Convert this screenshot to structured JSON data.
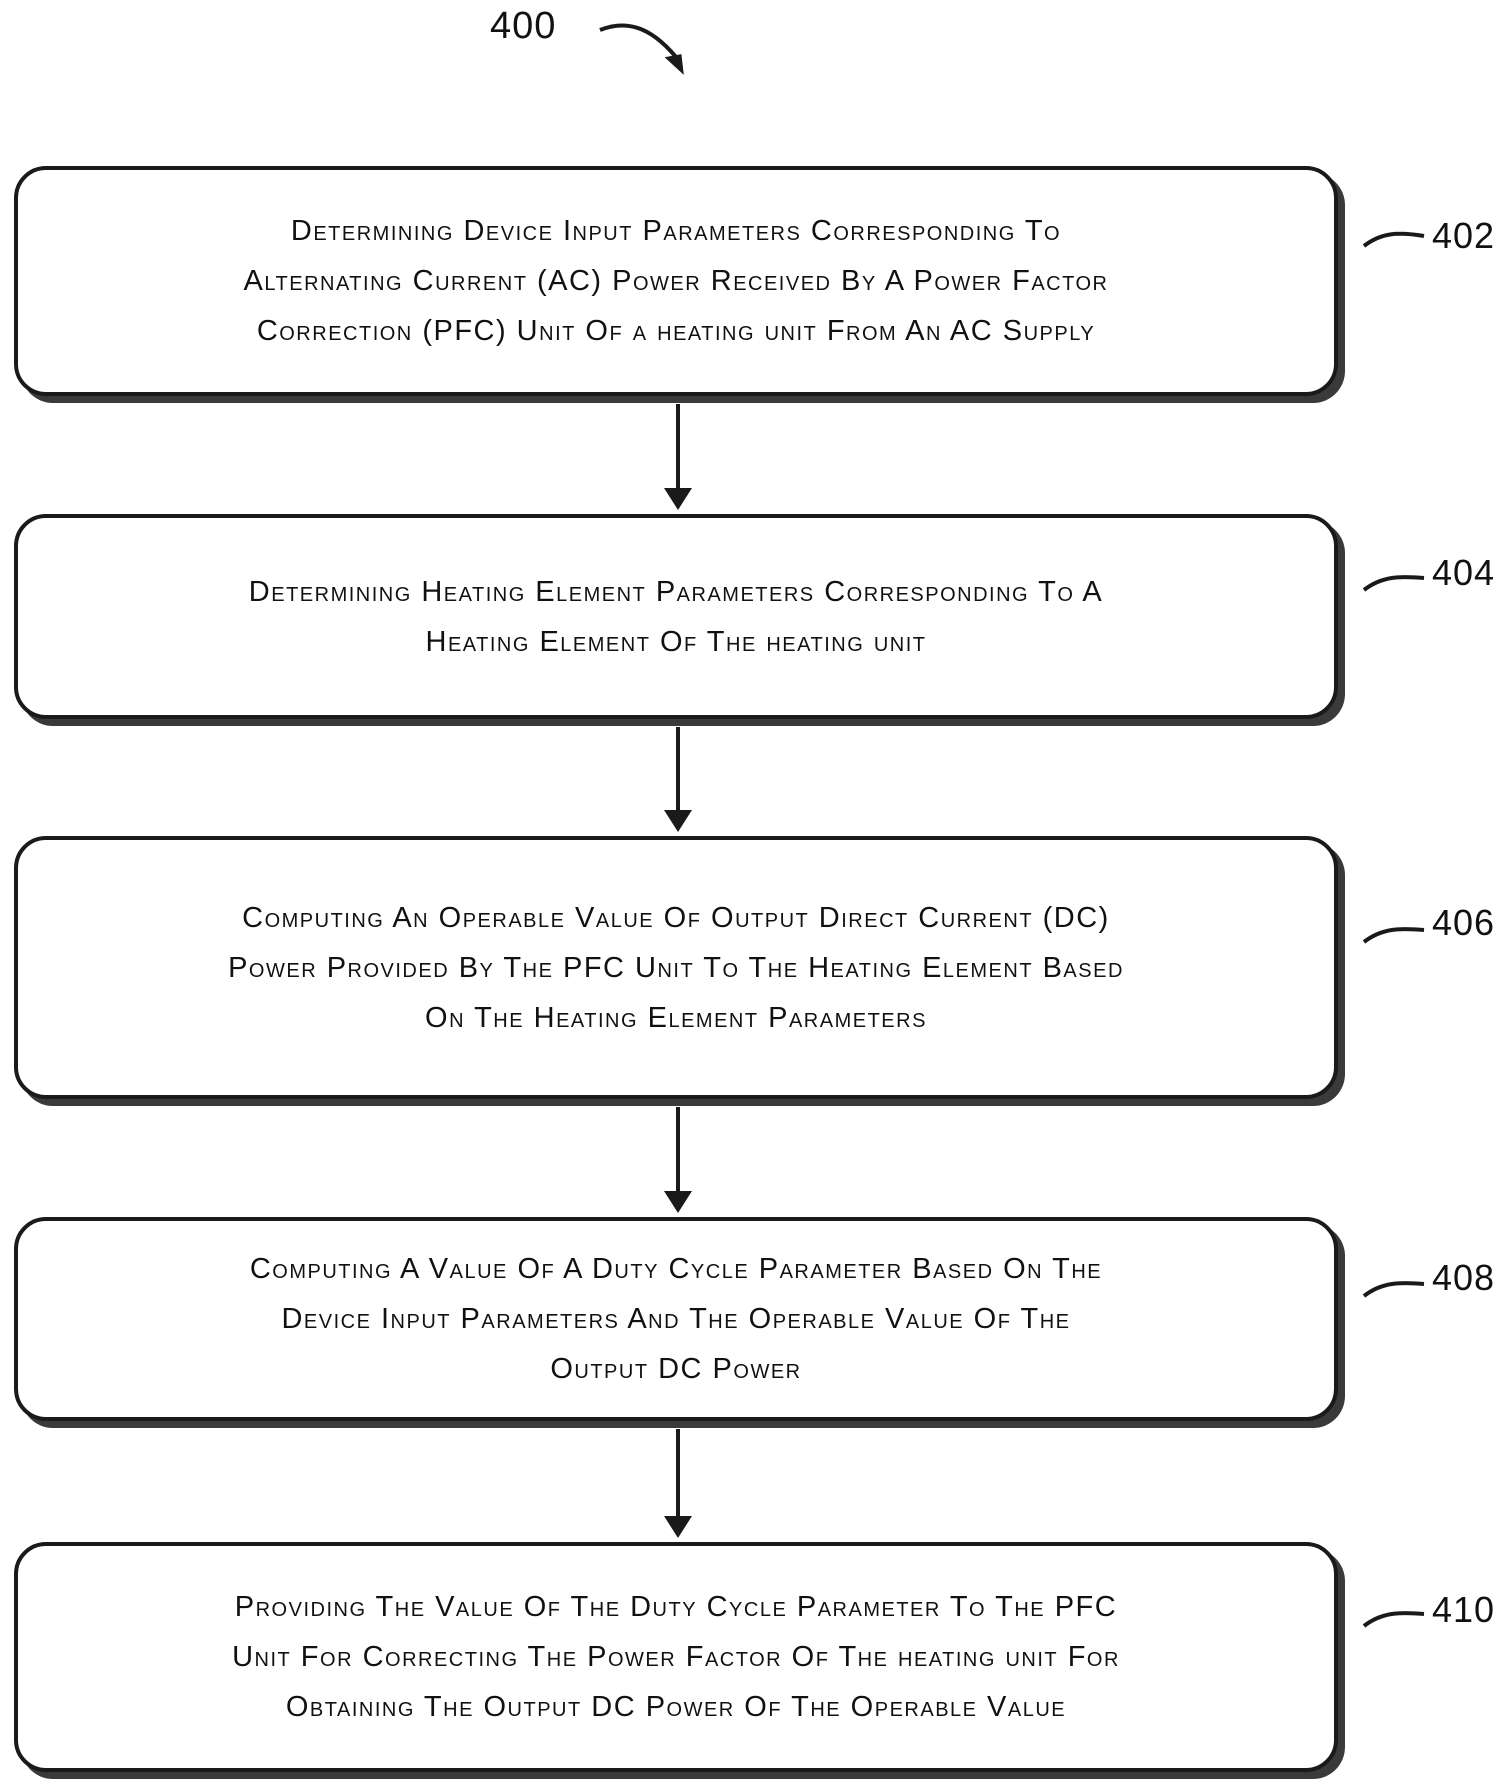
{
  "figure": {
    "number": "400"
  },
  "steps": [
    {
      "ref": "402",
      "lines": [
        "Determining Device Input Parameters Corresponding To",
        "Alternating Current (AC) Power Received By A Power Factor",
        "Correction (PFC) Unit Of a heating unit From An AC Supply"
      ]
    },
    {
      "ref": "404",
      "lines": [
        "Determining Heating Element Parameters Corresponding To A",
        "Heating Element Of The heating unit"
      ]
    },
    {
      "ref": "406",
      "lines": [
        "Computing An Operable Value Of Output Direct Current (DC)",
        "Power Provided By The PFC Unit To The Heating Element Based",
        "On The Heating Element Parameters"
      ]
    },
    {
      "ref": "408",
      "lines": [
        "Computing A Value Of A Duty Cycle Parameter Based On The",
        "Device Input Parameters And The Operable Value Of The",
        "Output DC Power"
      ]
    },
    {
      "ref": "410",
      "lines": [
        "Providing The Value Of The Duty Cycle Parameter To The PFC",
        "Unit For Correcting The Power Factor Of The heating unit For",
        "Obtaining The Output DC Power Of The Operable Value"
      ]
    }
  ]
}
